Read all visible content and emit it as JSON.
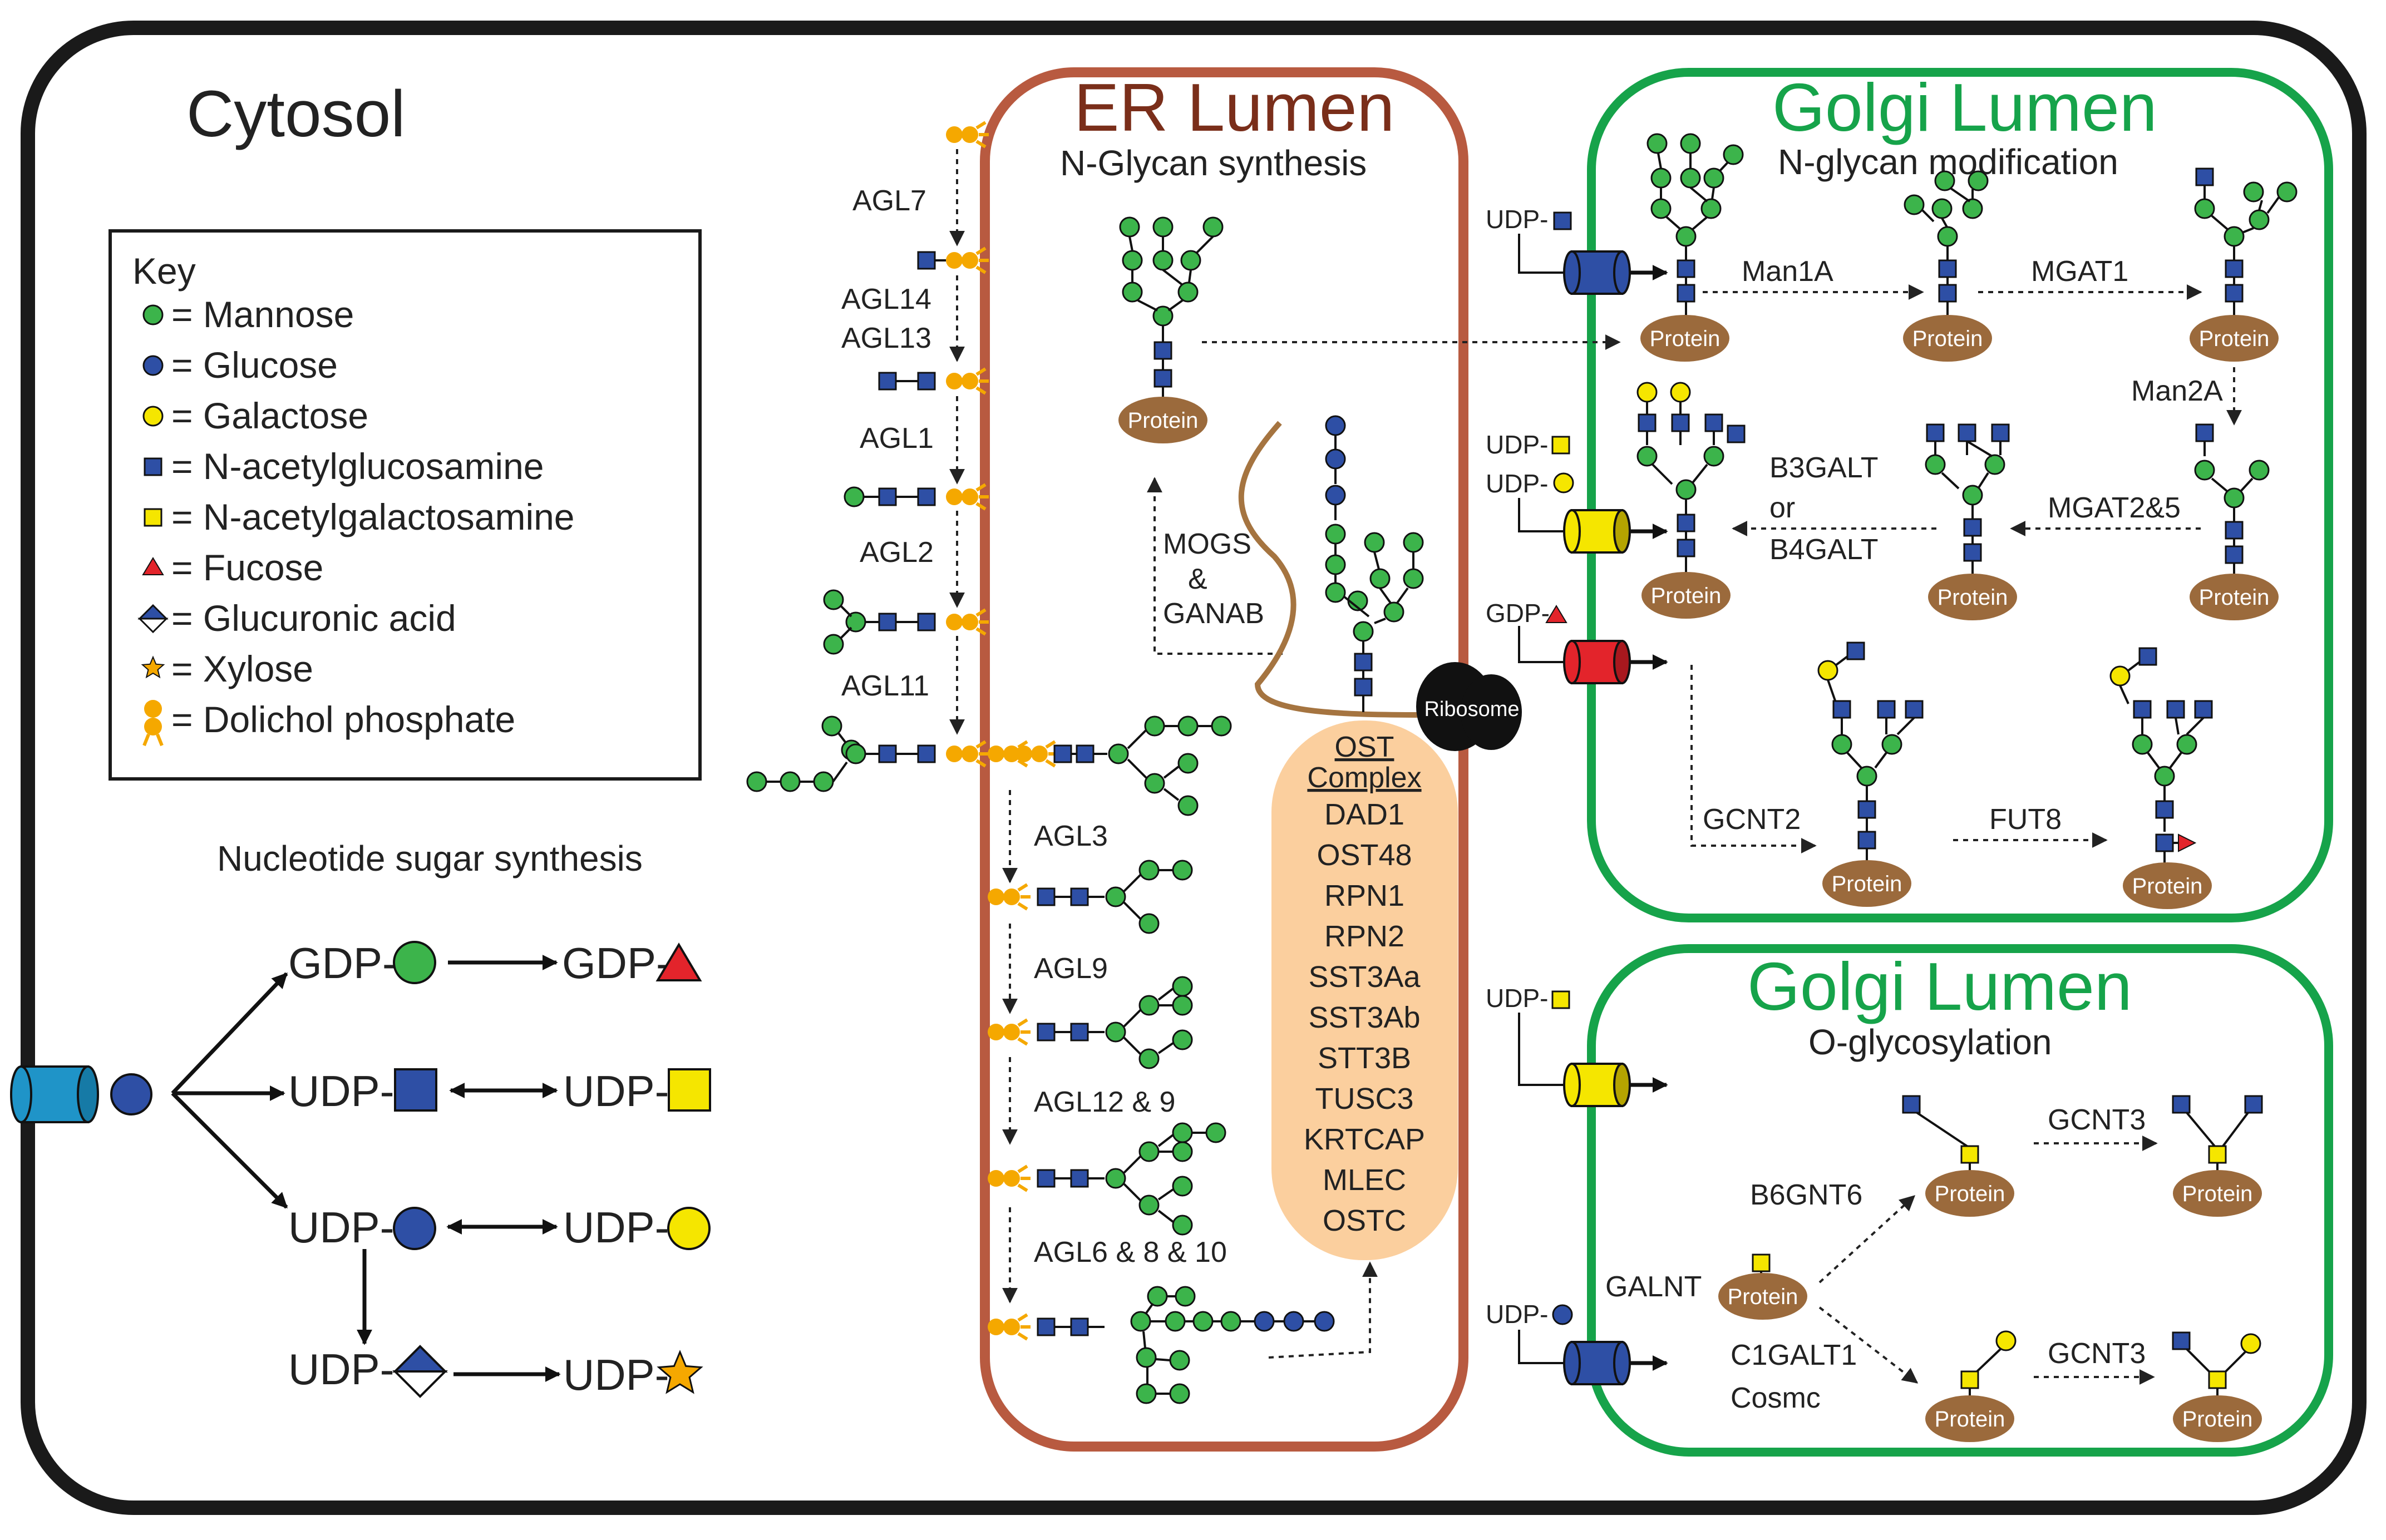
{
  "compartments": {
    "cytosol": "Cytosol",
    "er_title": "ER Lumen",
    "er_subtitle": "N-Glycan synthesis",
    "golgi1_title": "Golgi Lumen",
    "golgi1_subtitle": "N-glycan modification",
    "golgi2_title": "Golgi Lumen",
    "golgi2_subtitle": "O-glycosylation"
  },
  "key": {
    "title": "Key",
    "items": [
      {
        "symbol": "mannose",
        "label": "= Mannose"
      },
      {
        "symbol": "glucose",
        "label": "= Glucose"
      },
      {
        "symbol": "galactose",
        "label": "= Galactose"
      },
      {
        "symbol": "glcnac",
        "label": "= N-acetylglucosamine"
      },
      {
        "symbol": "galnac",
        "label": "= N-acetylgalactosamine"
      },
      {
        "symbol": "fucose",
        "label": "= Fucose"
      },
      {
        "symbol": "glucuronic",
        "label": "= Glucuronic acid"
      },
      {
        "symbol": "xylose",
        "label": "= Xylose"
      },
      {
        "symbol": "dolichol",
        "label": "= Dolichol phosphate"
      }
    ]
  },
  "nucleotide": {
    "title": "Nucleotide sugar synthesis",
    "gdp": "GDP-",
    "udp": "UDP-"
  },
  "er_enzymes": {
    "agl7": "AGL7",
    "agl14": "AGL14",
    "agl13": "AGL13",
    "agl1": "AGL1",
    "agl2": "AGL2",
    "agl11": "AGL11",
    "agl3": "AGL3",
    "agl9": "AGL9",
    "agl12_9": "AGL12 & 9",
    "agl6_8_10": "AGL6 & 8 & 10",
    "mogs": "MOGS",
    "amp": "&",
    "ganab": "GANAB",
    "ribosome": "Ribosome"
  },
  "ost": {
    "title1": "OST",
    "title2": "Complex",
    "subunits": [
      "DAD1",
      "OST48",
      "RPN1",
      "RPN2",
      "SST3Aa",
      "SST3Ab",
      "STT3B",
      "TUSC3",
      "KRTCAP",
      "MLEC",
      "OSTC"
    ]
  },
  "golgi_enzymes": {
    "man1a": "Man1A",
    "mgat1": "MGAT1",
    "man2a": "Man2A",
    "mgat25": "MGAT2&5",
    "b3galt": "B3GALT",
    "or": "or",
    "b4galt": "B4GALT",
    "gcnt2": "GCNT2",
    "fut8": "FUT8",
    "galnt": "GALNT",
    "b6gnt6": "B6GNT6",
    "c1galt1": "C1GALT1",
    "cosmc": "Cosmc",
    "gcnt3a": "GCNT3",
    "gcnt3b": "GCNT3"
  },
  "donors": {
    "udp": "UDP-",
    "gdp": "GDP-"
  },
  "protein_label": "Protein",
  "colors": {
    "mannose": "#3cb44b",
    "glucose": "#2e4fa5",
    "galactose": "#f5e600",
    "glcnac": "#2e4fa5",
    "galnac": "#f5e600",
    "fucose": "#e3242b",
    "dolichol": "#f5a800",
    "protein": "#9b6a3c",
    "er_border": "#b85a40",
    "golgi_border": "#16a34a",
    "ost_fill": "#fbcf9e",
    "transporter_cyan": "#1f94c8"
  }
}
